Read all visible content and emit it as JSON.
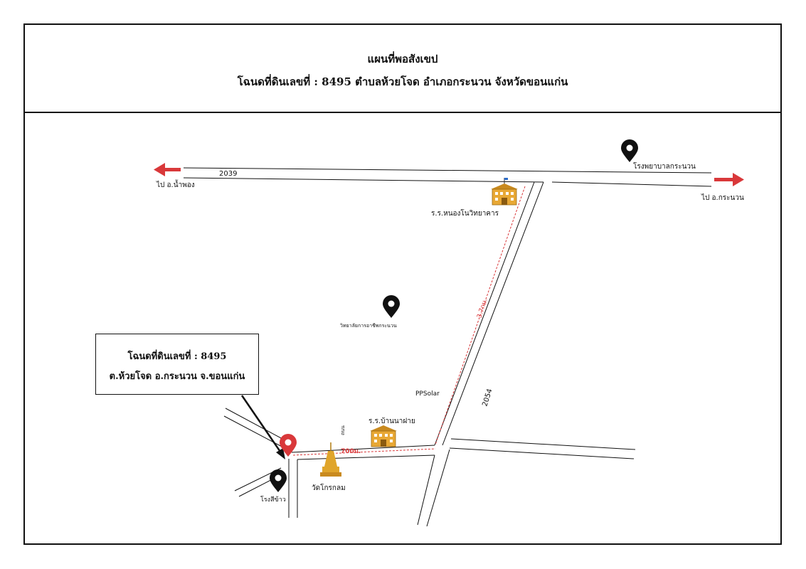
{
  "header": {
    "title": "แผนที่พอสังเขป",
    "subtitle": "โฉนดที่ดินเลขที่ : 8495 ตำบลห้วยโจด อำเภอกระนวน จังหวัดขอนแก่น"
  },
  "callout": {
    "line1": "โฉนดที่ดินเลขที่ : 8495",
    "line2": "ต.ห้วยโจด อ.กระนวน จ.ขอนแก่น"
  },
  "roads": {
    "highway_main": "2039",
    "highway_branch": "2054",
    "to_west": "ไป อ.น้ำพอง",
    "to_east": "ไป อ.กระนวน"
  },
  "distances": {
    "branch_road": "3.7กม.",
    "access_road": "700ม."
  },
  "landmarks": {
    "hospital": "โรงพยาบาลกระนวน",
    "school_north": "ร.ร.หนองโนวิทยาคาร",
    "college": "วิทยาลัยการอาชีพกระนวน",
    "solar": "PPSolar",
    "school_south": "ร.ร.บ้านนาฝาย",
    "temple": "วัดโกรกลม",
    "small_road": "ถนน",
    "mill": "โรงสีข้าว"
  },
  "colors": {
    "arrow": "#d9383a",
    "route": "#d9383a",
    "pin_plot": "#d9383a",
    "pin_other": "#111111",
    "temple": "#e0a52b",
    "school": "#e8a835"
  }
}
